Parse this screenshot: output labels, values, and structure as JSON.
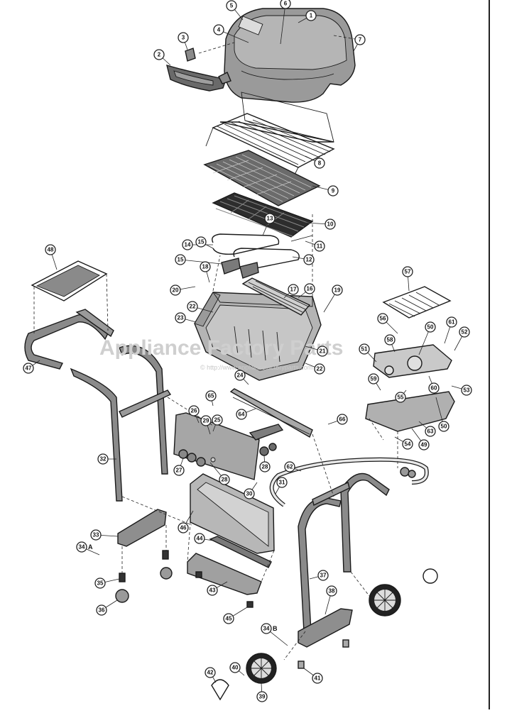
{
  "watermark": {
    "main": "Appliance Factory Parts",
    "url": "© http://www.appliancefactoryparts.com"
  },
  "callouts": {
    "p1": "1",
    "p2": "2",
    "p3": "3",
    "p4": "4",
    "p5": "5",
    "p6": "6",
    "p7": "7",
    "p8": "8",
    "p9": "9",
    "p10": "10",
    "p11": "11",
    "p12": "12",
    "p13": "13",
    "p14": "14",
    "p15": "15",
    "p16": "16",
    "p17": "17",
    "p18": "18",
    "p19": "19",
    "p20": "20",
    "p21": "21",
    "p22a": "22",
    "p22b": "22",
    "p23": "23",
    "p24": "24",
    "p25": "25",
    "p26": "26",
    "p27": "27",
    "p28": "28",
    "p29": "29",
    "p30": "30",
    "p31": "31",
    "p32": "32",
    "p33": "33",
    "p34a": "34",
    "p34b": "34",
    "p35": "35",
    "p36": "36",
    "p37": "37",
    "p38": "38",
    "p39": "39",
    "p40": "40",
    "p41": "41",
    "p42": "42",
    "p43": "43",
    "p44": "44",
    "p45": "45",
    "p46": "46",
    "p47": "47",
    "p48": "48",
    "p49": "49",
    "p50": "50",
    "p51": "51",
    "p52": "52",
    "p53": "53",
    "p54": "54",
    "p55": "55",
    "p56": "56",
    "p57": "57",
    "p58": "58",
    "p59": "59",
    "p60": "60",
    "p61": "61",
    "p62": "62",
    "p63": "63",
    "p64": "64",
    "p65": "65",
    "p66": "66"
  },
  "letters": {
    "a": "A",
    "b": "B"
  }
}
